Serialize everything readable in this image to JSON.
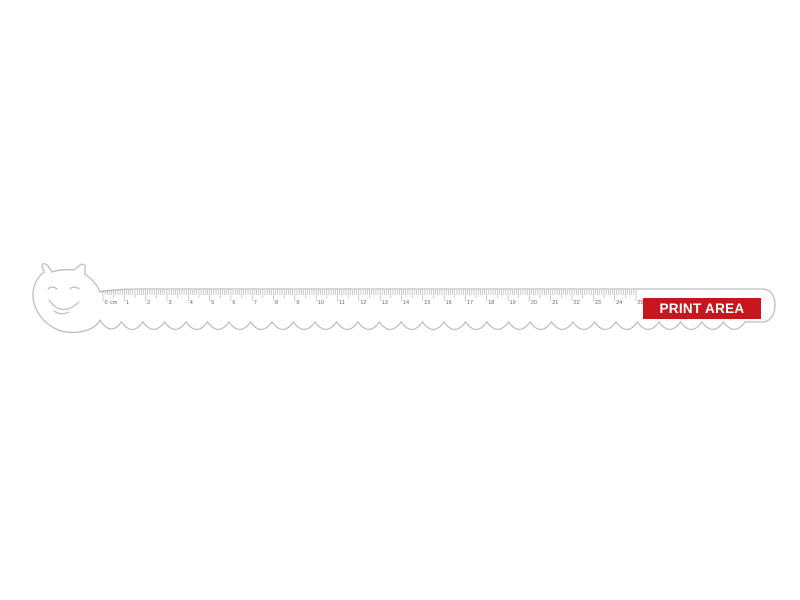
{
  "product": {
    "name": "caterpillar-ruler",
    "outline_color": "#b8b8b8",
    "face": "smiling"
  },
  "scale": {
    "unit_label": "cm",
    "labels": [
      "0",
      "1",
      "2",
      "3",
      "4",
      "5",
      "6",
      "7",
      "8",
      "9",
      "10",
      "11",
      "12",
      "13",
      "14",
      "15",
      "16",
      "17",
      "18",
      "19",
      "20",
      "21",
      "22",
      "23",
      "24",
      "25"
    ]
  },
  "print_area": {
    "label": "PRINT AREA",
    "color": "#c8161d"
  }
}
